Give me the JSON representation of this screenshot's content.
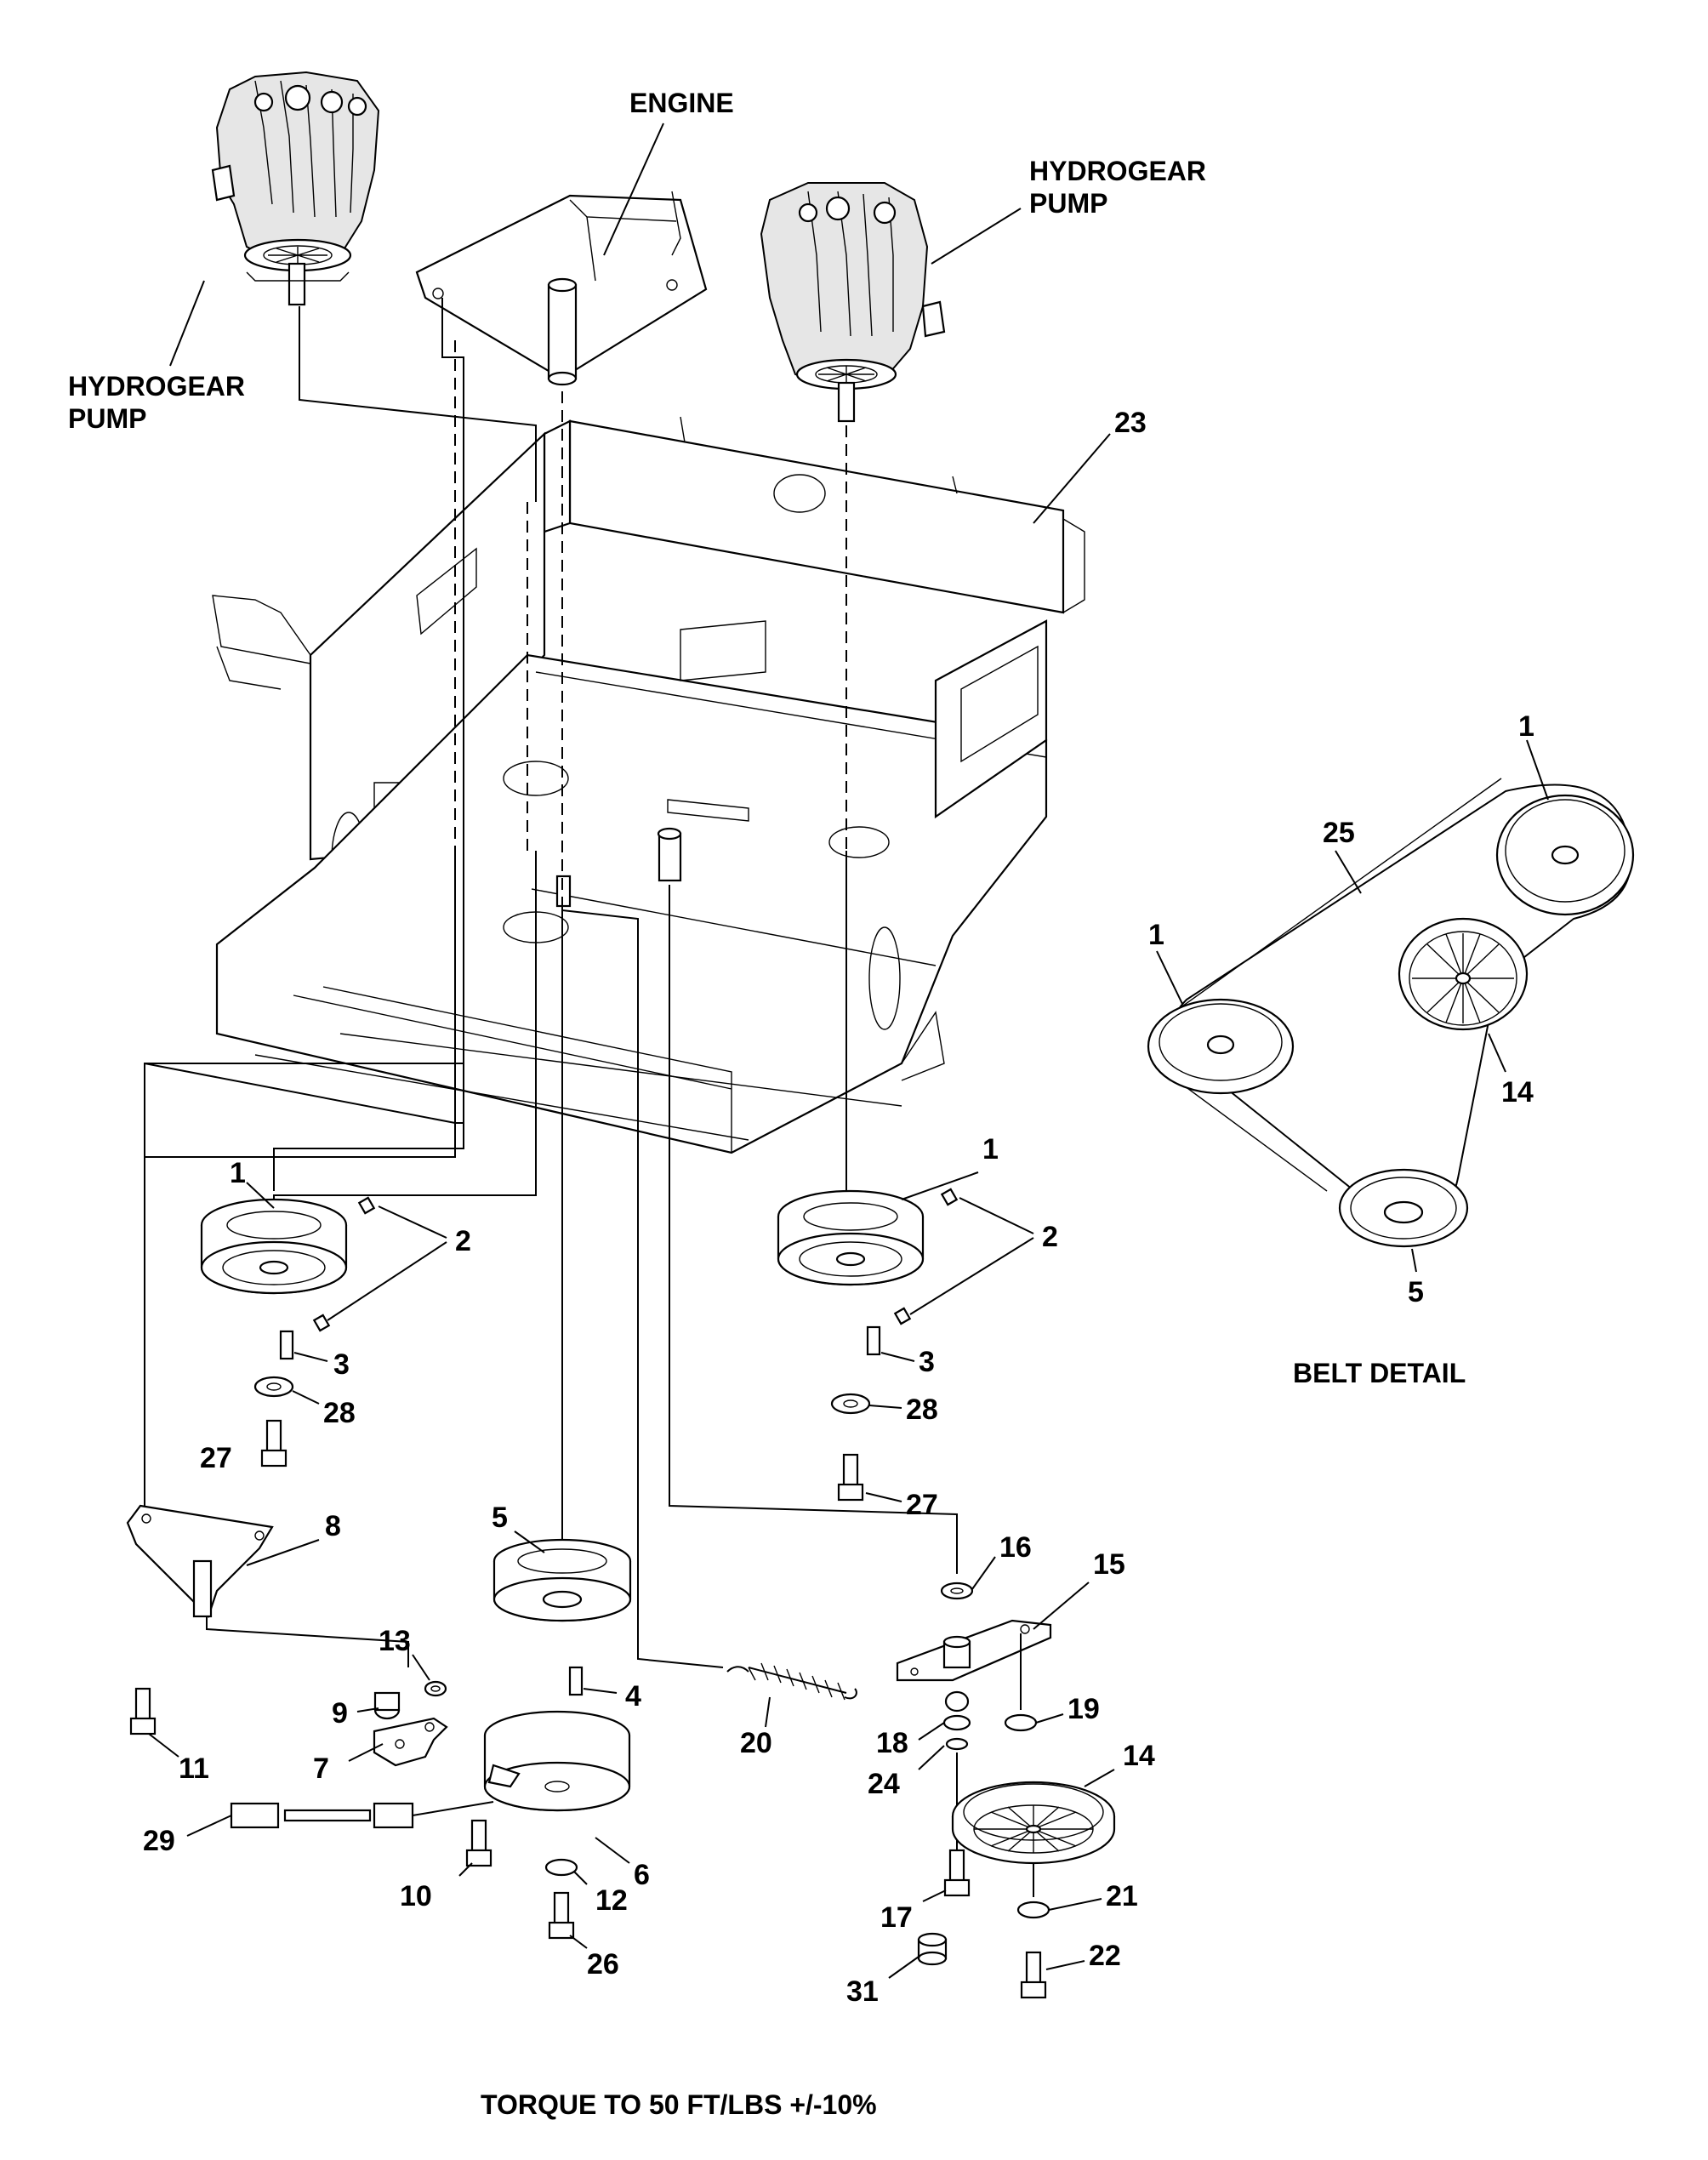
{
  "labels": {
    "engine": "ENGINE",
    "pump_left_1": "HYDROGEAR",
    "pump_left_2": "PUMP",
    "pump_right_1": "HYDROGEAR",
    "pump_right_2": "PUMP",
    "belt_detail": "BELT DETAIL",
    "torque_note": "TORQUE TO 50 FT/LBS +/-10%"
  },
  "callouts": {
    "c23": "23",
    "c1_left": "1",
    "c2_left": "2",
    "c3_left": "3",
    "c28_left": "28",
    "c27_left": "27",
    "c1_right": "1",
    "c2_right": "2",
    "c3_right": "3",
    "c28_right": "28",
    "c27_right": "27",
    "c8": "8",
    "c11": "11",
    "c5": "5",
    "c13": "13",
    "c9": "9",
    "c7": "7",
    "c4": "4",
    "c6": "6",
    "c10": "10",
    "c12": "12",
    "c26": "26",
    "c29": "29",
    "c20": "20",
    "c16": "16",
    "c15": "15",
    "c18": "18",
    "c24": "24",
    "c19": "19",
    "c14": "14",
    "c17": "17",
    "c21": "21",
    "c22": "22",
    "c31": "31",
    "d1_top": "1",
    "d25": "25",
    "d1_left": "1",
    "d14": "14",
    "d5": "5"
  }
}
